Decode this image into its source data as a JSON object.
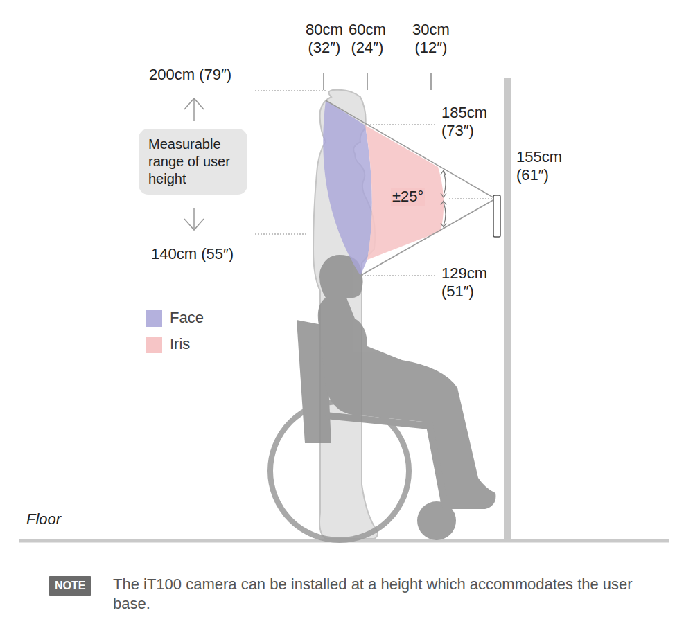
{
  "diagram": {
    "nodes": [
      {
        "text": [
          "Measurable range of user height"
        ]
      },
      {
        "text": [
          "NOTE"
        ]
      }
    ],
    "labels": [
      "80cm (32″)",
      "60cm (24″)",
      "30cm (12″)",
      "200cm (79″)",
      "140cm (55″)",
      "185cm (73″)",
      "155cm (61″)",
      "±25°",
      "129cm (51″)",
      "Floor",
      "The iT100 camera can be installed at a height which accommodates the user base."
    ],
    "legend": [
      {
        "text": "Face",
        "color": "#b4b1dd"
      },
      {
        "text": "Iris",
        "color": "#f6c5c6"
      }
    ]
  }
}
